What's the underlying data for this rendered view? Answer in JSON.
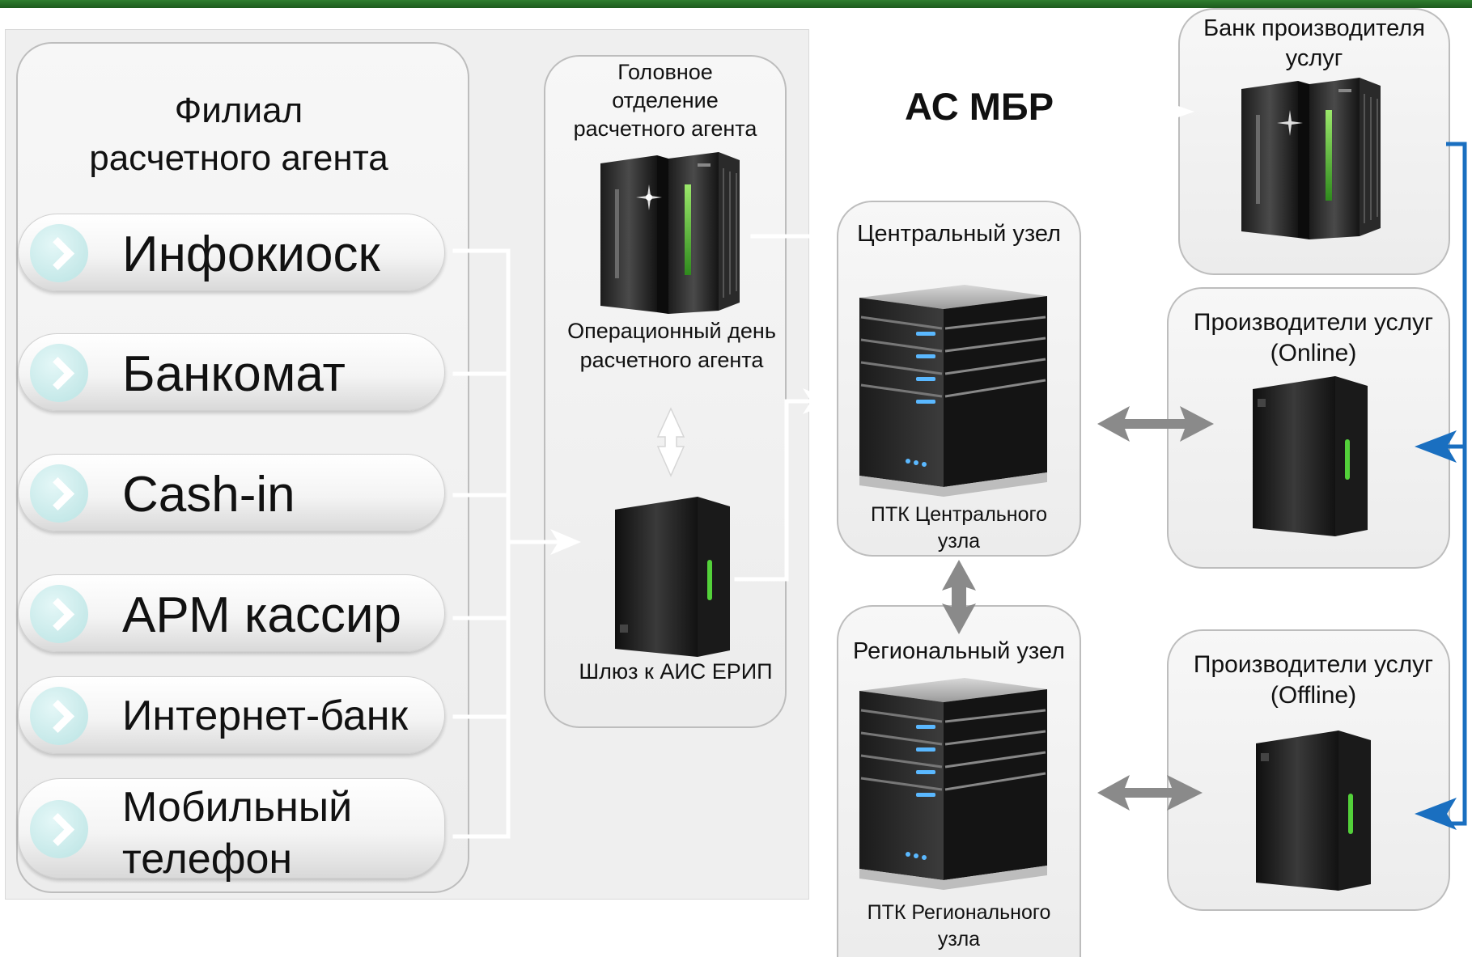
{
  "branch": {
    "title_line1": "Филиал",
    "title_line2": "расчетного агента",
    "channels": [
      {
        "label": "Инфокиоск"
      },
      {
        "label": "Банкомат"
      },
      {
        "label": "Cash-in"
      },
      {
        "label": "АРМ кассир"
      },
      {
        "label": "Интернет-банк"
      },
      {
        "label_line1": "Мобильный",
        "label_line2": "телефон"
      }
    ]
  },
  "head_office": {
    "title_line1": "Головное",
    "title_line2": "отделение",
    "title_line3": "расчетного агента",
    "server_label_line1": "Операционный день",
    "server_label_line2": "расчетного агента",
    "gateway_label": "Шлюз к АИС ЕРИП"
  },
  "mbr": {
    "label": "АС МБР"
  },
  "central_node": {
    "title": "Центральный узел",
    "server_label_line1": "ПТК Центрального",
    "server_label_line2": "узла"
  },
  "regional_node": {
    "title": "Региональный узел",
    "server_label_line1": "ПТК Регионального",
    "server_label_line2": "узла"
  },
  "provider_bank": {
    "title_line1": "Банк производителя",
    "title_line2": "услуг"
  },
  "providers_online": {
    "title_line1": "Производители услуг",
    "title_line2": "(Online)"
  },
  "providers_offline": {
    "title_line1": "Производители услуг",
    "title_line2": "(Offline)"
  },
  "colors": {
    "accent_green": "#2f7d2f",
    "connector_white": "#ffffff",
    "connector_gray": "#8a8a8a",
    "connector_blue": "#1a6fc0",
    "server_led_blue": "#5ab8ff",
    "server_led_green": "#53d13a"
  }
}
